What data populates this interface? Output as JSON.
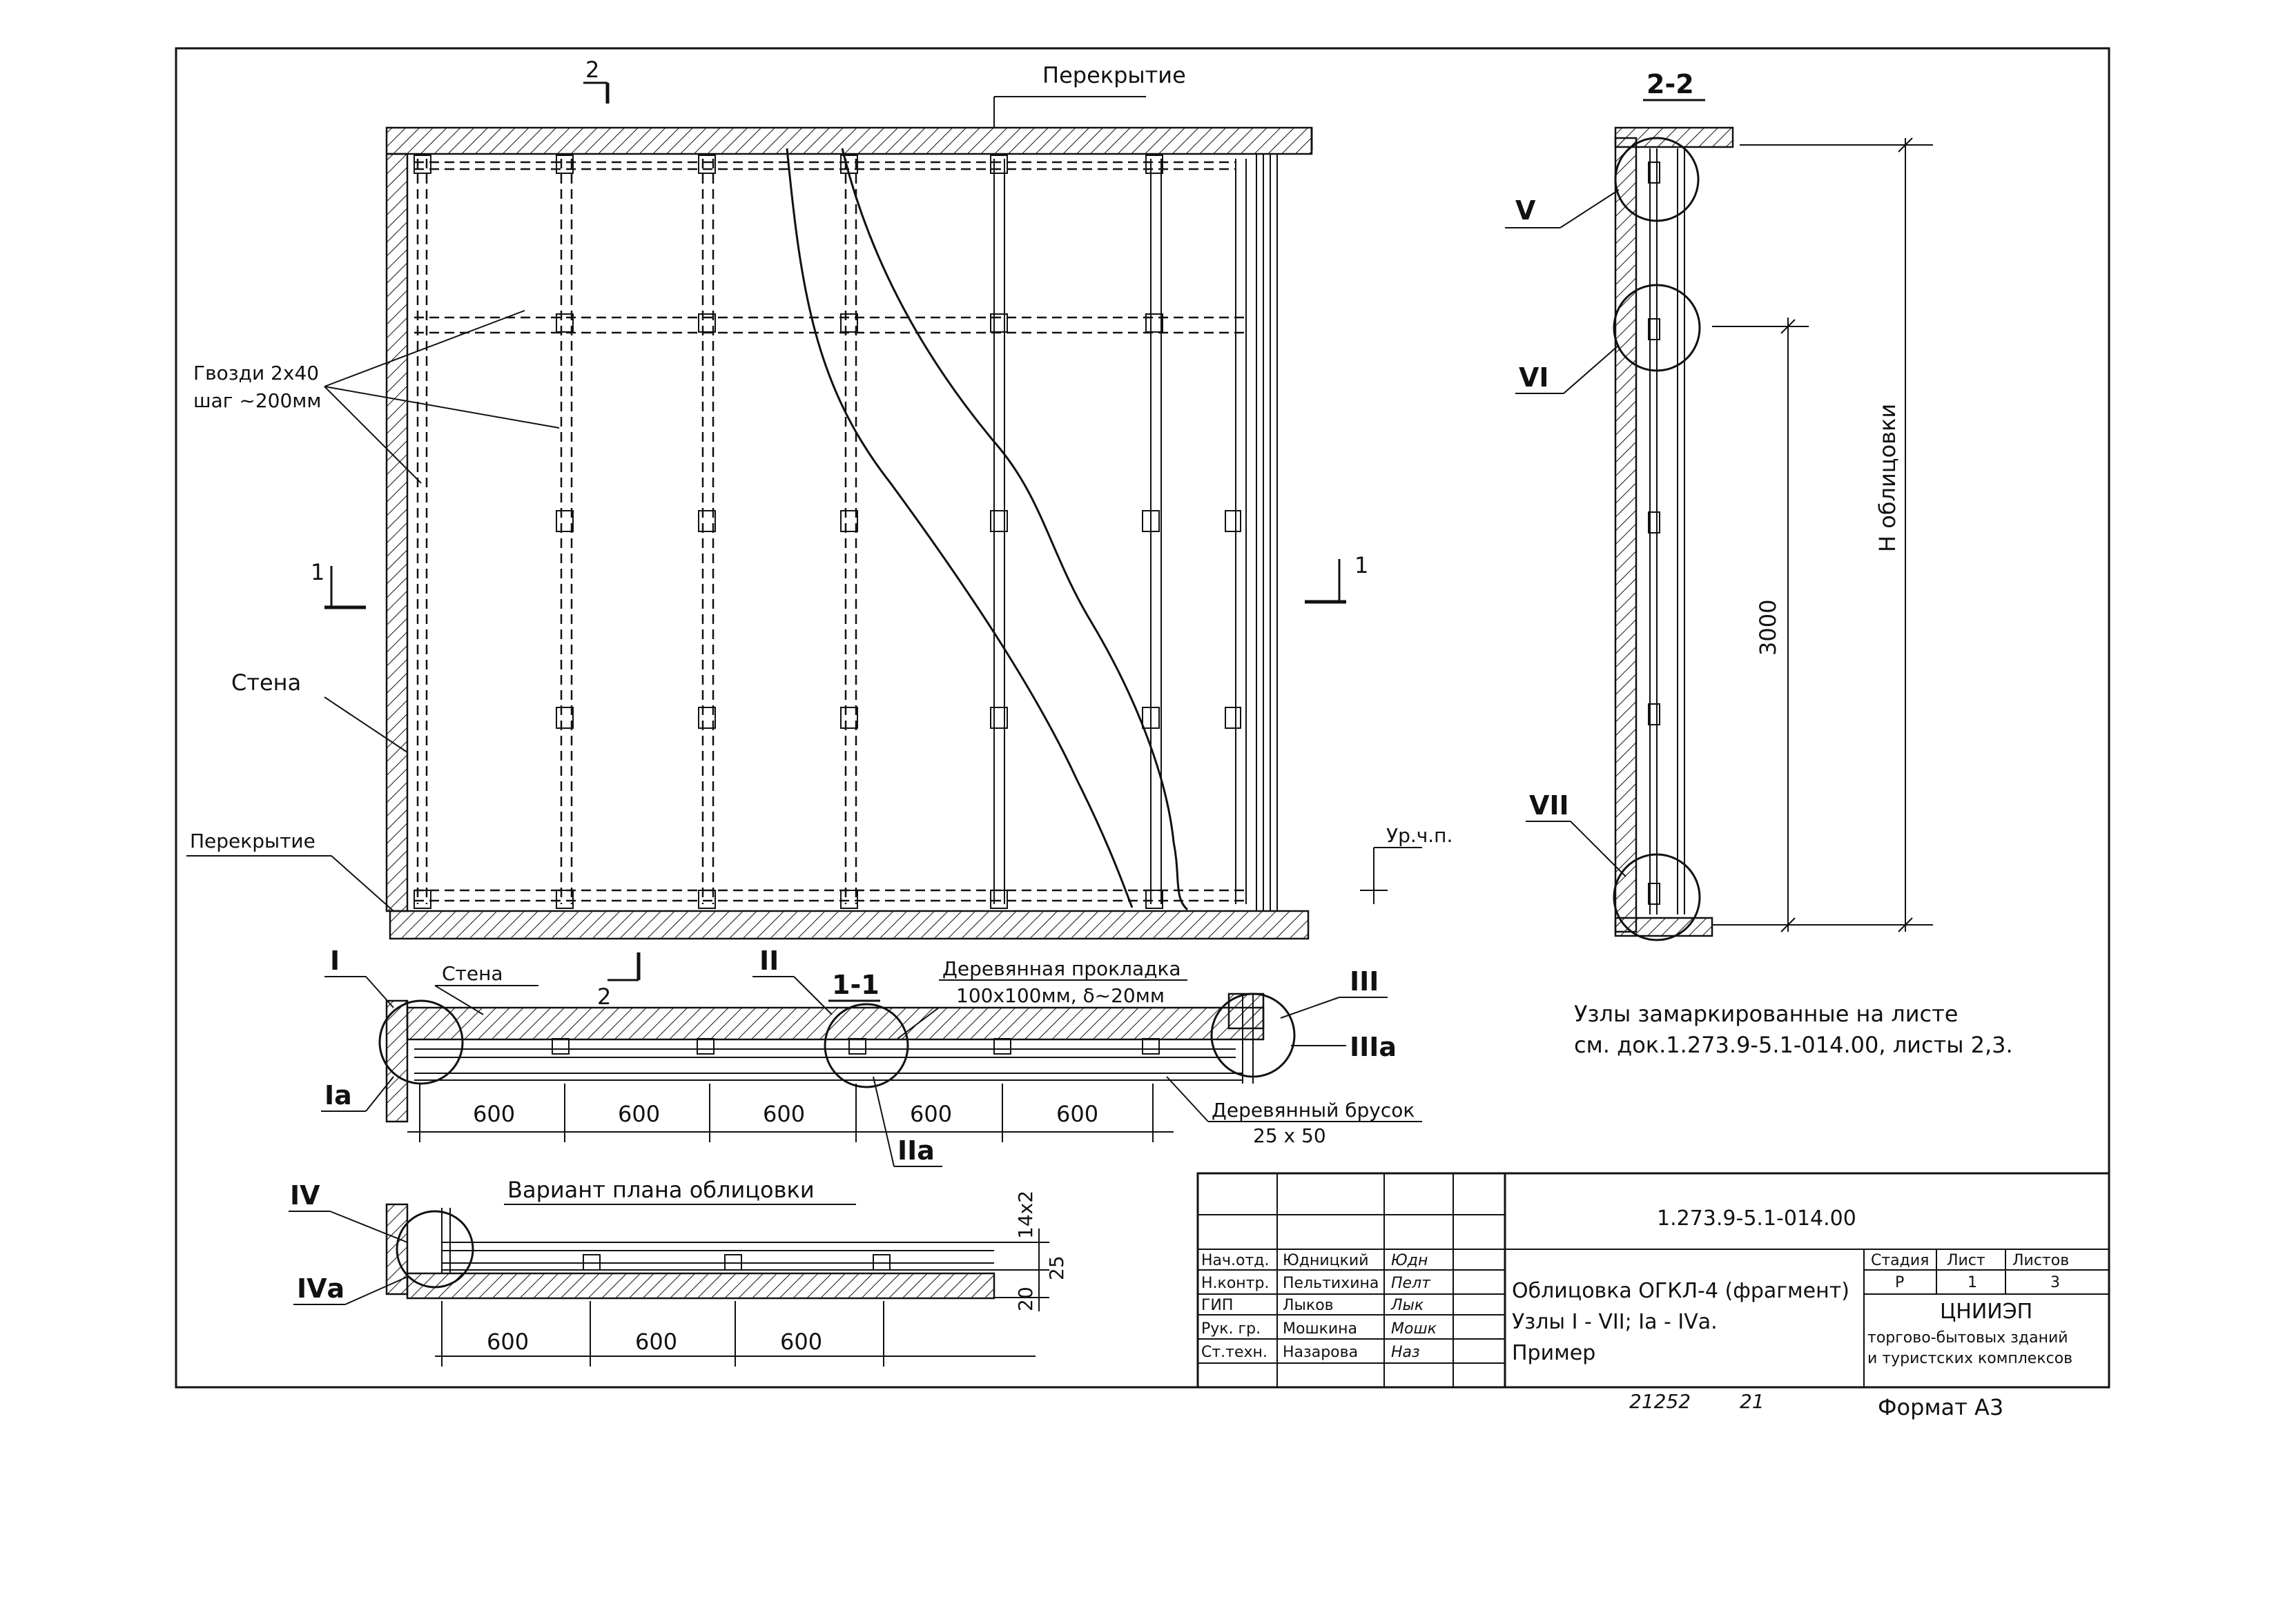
{
  "labels": {
    "slab_top": "Перекрытие",
    "slab_bottom": "Перекрытие",
    "nails": "Гвозди 2х40",
    "nails_step": "шаг ~200мм",
    "wall": "Стена",
    "wall_plan": "Стена",
    "floor_level": "Ур.ч.п.",
    "wood_gasket": "Деревянная прокладка",
    "wood_gasket_size": "100х100мм, δ~20мм",
    "wood_bar": "Деревянный брусок",
    "wood_bar_size": "25 x 50",
    "cladding_height": "Н облицовки",
    "variant_title": "Вариант плана облицовки",
    "nodes_note_1": "Узлы замаркированные на листе",
    "nodes_note_2": "см. док.1.273.9-5.1-014.00, листы 2,3."
  },
  "section_marks": {
    "s2_top": "2",
    "s1_left": "1",
    "s1_right": "1",
    "s2_bottom": "2",
    "title_22": "2-2",
    "title_11": "1-1"
  },
  "node_marks": [
    "I",
    "Iа",
    "II",
    "IIа",
    "III",
    "IIIа",
    "IV",
    "IVа",
    "V",
    "VI",
    "VII"
  ],
  "dimensions": {
    "plan_spans": [
      "600",
      "600",
      "600",
      "600",
      "600"
    ],
    "variant_spans": [
      "600",
      "600",
      "600"
    ],
    "height_3000": "3000",
    "dim_14x2": "14х2",
    "dim_25": "25",
    "dim_20": "20"
  },
  "title_block": {
    "doc_code": "1.273.9-5.1-014.00",
    "description_1": "Облицовка ОГКЛ-4 (фрагмент)",
    "description_2": "Узлы I - VII; Iа - IVа.",
    "description_3": "Пример",
    "stage_header": "Стадия",
    "sheet_header": "Лист",
    "sheets_header": "Листов",
    "stage_value": "Р",
    "sheet_value": "1",
    "sheets_value": "3",
    "org_1": "ЦНИИЭП",
    "org_2": "торгово-бытовых зданий",
    "org_3": "и туристских комплексов",
    "staff": [
      {
        "role": "Нач.отд.",
        "name": "Юдницкий",
        "sign": "Юдн"
      },
      {
        "role": "Н.контр.",
        "name": "Пельтихина",
        "sign": "Пелт"
      },
      {
        "role": "ГИП",
        "name": "Лыков",
        "sign": "Лык"
      },
      {
        "role": "Рук. гр.",
        "name": "Мошкина",
        "sign": "Мошк"
      },
      {
        "role": "Ст.техн.",
        "name": "Назарова",
        "sign": "Наз"
      }
    ]
  },
  "footer": {
    "inventory": "21252",
    "inventory_sheet": "21",
    "format": "Формат А3"
  }
}
